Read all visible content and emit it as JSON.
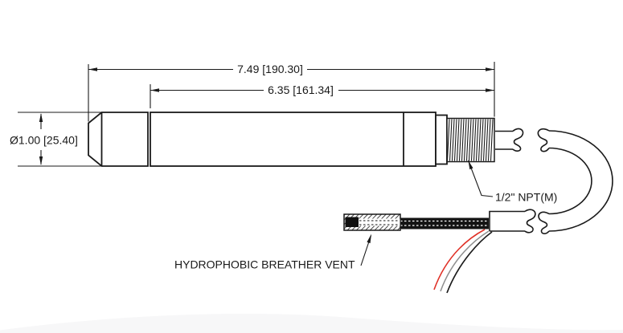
{
  "drawing": {
    "labels": {
      "dim_overall": "7.49 [190.30]",
      "dim_body": "6.35 [161.34]",
      "dim_diameter": "Ø1.00 [25.40]",
      "thread": "1/2\" NPT(M)",
      "vent": "HYDROPHOBIC BREATHER VENT"
    },
    "colors": {
      "line": "#1a1a1a",
      "wire_red": "#e03127",
      "wire_gray": "#8e8e8e",
      "wire_black": "#1c1c1c",
      "swoosh": "#f7f7f8",
      "background": "#ffffff"
    }
  }
}
